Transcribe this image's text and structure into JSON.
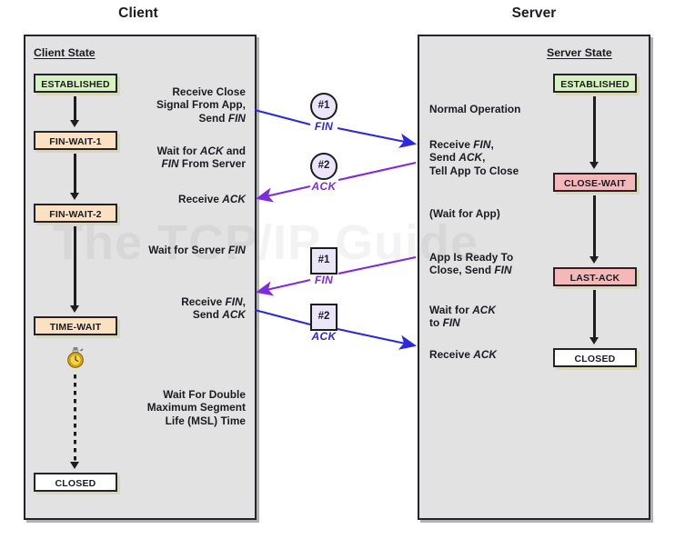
{
  "headers": {
    "client": "Client",
    "server": "Server"
  },
  "watermark": "The TCP/IP Guide",
  "client": {
    "state_label": "Client State",
    "states": [
      {
        "name": "ESTABLISHED",
        "color": "#d7f2c2"
      },
      {
        "name": "FIN-WAIT-1",
        "color": "#fbe0c2"
      },
      {
        "name": "FIN-WAIT-2",
        "color": "#fbe0c2"
      },
      {
        "name": "TIME-WAIT",
        "color": "#fbe0c2"
      },
      {
        "name": "CLOSED",
        "color": "#ffffff"
      }
    ],
    "events": [
      {
        "lines": [
          "Receive Close",
          "Signal From App,",
          "Send @FIN@"
        ]
      },
      {
        "lines": [
          "Wait for @ACK@ and",
          "@FIN@ From Server"
        ]
      },
      {
        "lines": [
          "Receive @ACK@"
        ]
      },
      {
        "lines": [
          "Wait for Server @FIN@"
        ]
      },
      {
        "lines": [
          "Receive @FIN@,",
          "Send @ACK@"
        ]
      },
      {
        "lines": [
          "Wait For Double",
          "Maximum Segment",
          "Life (MSL) Time"
        ]
      }
    ],
    "timer_icon": "stopwatch-icon"
  },
  "server": {
    "state_label": "Server State",
    "states": [
      {
        "name": "ESTABLISHED",
        "color": "#d7f2c2"
      },
      {
        "name": "CLOSE-WAIT",
        "color": "#f5b8b8"
      },
      {
        "name": "LAST-ACK",
        "color": "#f5b8b8"
      },
      {
        "name": "CLOSED",
        "color": "#ffffff"
      }
    ],
    "events": [
      {
        "lines": [
          "Normal Operation"
        ]
      },
      {
        "lines": [
          "Receive @FIN@,",
          "Send @ACK@,",
          "Tell App To Close"
        ]
      },
      {
        "lines": [
          "(Wait for App)"
        ]
      },
      {
        "lines": [
          "App Is Ready To",
          "Close, Send @FIN@"
        ]
      },
      {
        "lines": [
          "Wait for @ACK@",
          "to @FIN@"
        ]
      },
      {
        "lines": [
          "Receive @ACK@"
        ]
      }
    ]
  },
  "messages": [
    {
      "id": "#1",
      "label": "FIN",
      "shape": "circle",
      "direction": "client-to-server",
      "color": "#2a28e0"
    },
    {
      "id": "#2",
      "label": "ACK",
      "shape": "circle",
      "direction": "server-to-client",
      "color": "#7d2ae0"
    },
    {
      "id": "#1",
      "label": "FIN",
      "shape": "square",
      "direction": "server-to-client",
      "color": "#7d2ae0"
    },
    {
      "id": "#2",
      "label": "ACK",
      "shape": "square",
      "direction": "client-to-server",
      "color": "#2a28e0"
    }
  ],
  "colors": {
    "panel_bg": "#e2e2e2",
    "panel_border": "#23232a",
    "blue_arrow": "#2a28e0",
    "purple_arrow": "#7d2ae0",
    "established": "#d7f2c2",
    "wait_state": "#fbe0c2",
    "server_wait": "#f5b8b8",
    "closed": "#ffffff"
  }
}
